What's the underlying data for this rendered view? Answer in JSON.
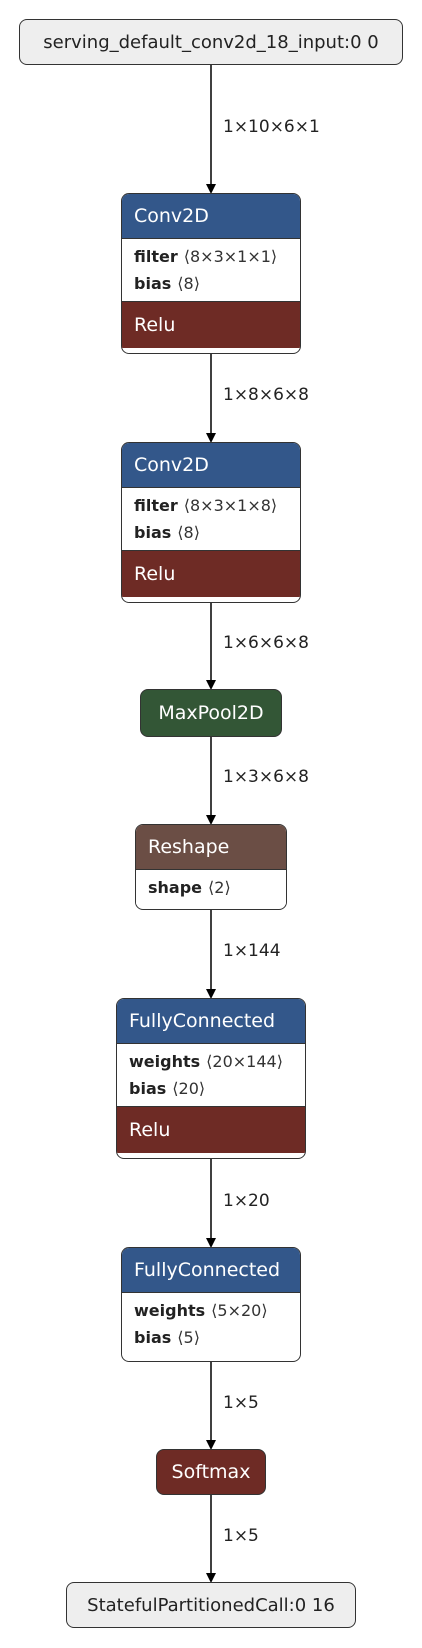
{
  "colors": {
    "conv": "#33578a",
    "activation": "#6e2b25",
    "pool": "#335636",
    "reshape": "#6b4e45",
    "io": "#eeeeee"
  },
  "input_node": {
    "label": "serving_default_conv2d_18_input:0 0"
  },
  "output_node": {
    "label": "StatefulPartitionedCall:0 16"
  },
  "nodes": {
    "conv1": {
      "title": "Conv2D",
      "attrs": [
        {
          "name": "filter",
          "shape": "⟨8×3×1×1⟩"
        },
        {
          "name": "bias",
          "shape": "⟨8⟩"
        }
      ],
      "activation": "Relu"
    },
    "conv2": {
      "title": "Conv2D",
      "attrs": [
        {
          "name": "filter",
          "shape": "⟨8×3×1×8⟩"
        },
        {
          "name": "bias",
          "shape": "⟨8⟩"
        }
      ],
      "activation": "Relu"
    },
    "maxpool": {
      "title": "MaxPool2D"
    },
    "reshape": {
      "title": "Reshape",
      "attrs": [
        {
          "name": "shape",
          "shape": "⟨2⟩"
        }
      ]
    },
    "fc1": {
      "title": "FullyConnected",
      "attrs": [
        {
          "name": "weights",
          "shape": "⟨20×144⟩"
        },
        {
          "name": "bias",
          "shape": "⟨20⟩"
        }
      ],
      "activation": "Relu"
    },
    "fc2": {
      "title": "FullyConnected",
      "attrs": [
        {
          "name": "weights",
          "shape": "⟨5×20⟩"
        },
        {
          "name": "bias",
          "shape": "⟨5⟩"
        }
      ]
    },
    "softmax": {
      "title": "Softmax"
    }
  },
  "edges": [
    {
      "label": "1×10×6×1"
    },
    {
      "label": "1×8×6×8"
    },
    {
      "label": "1×6×6×8"
    },
    {
      "label": "1×3×6×8"
    },
    {
      "label": "1×144"
    },
    {
      "label": "1×20"
    },
    {
      "label": "1×5"
    },
    {
      "label": "1×5"
    }
  ]
}
